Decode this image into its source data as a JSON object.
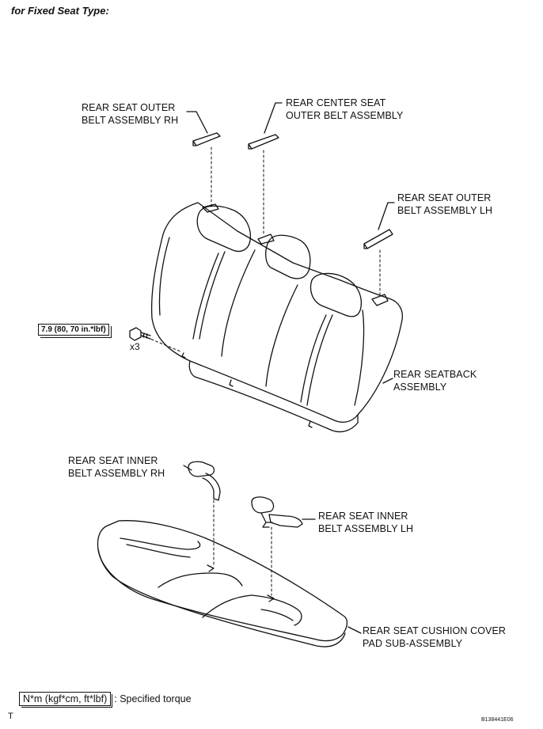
{
  "heading": "for Fixed Seat Type:",
  "labels": {
    "outer_rh": [
      "REAR SEAT OUTER",
      "BELT ASSEMBLY RH"
    ],
    "center": [
      "REAR CENTER SEAT",
      "OUTER BELT ASSEMBLY"
    ],
    "outer_lh": [
      "REAR SEAT OUTER",
      "BELT ASSEMBLY LH"
    ],
    "seatback": [
      "REAR SEATBACK",
      "ASSEMBLY"
    ],
    "inner_rh": [
      "REAR SEAT INNER",
      "BELT ASSEMBLY RH"
    ],
    "inner_lh": [
      "REAR SEAT INNER",
      "BELT ASSEMBLY LH"
    ],
    "cushion": [
      "REAR SEAT CUSHION COVER",
      "PAD SUB-ASSEMBLY"
    ]
  },
  "torque": {
    "value": "7.9 (80, 70 in.*lbf)",
    "quantity": "x3"
  },
  "legend": {
    "unit": "N*m (kgf*cm, ft*lbf)",
    "text": ": Specified torque"
  },
  "corner_mark": "T",
  "figure_code": "B138441E06"
}
